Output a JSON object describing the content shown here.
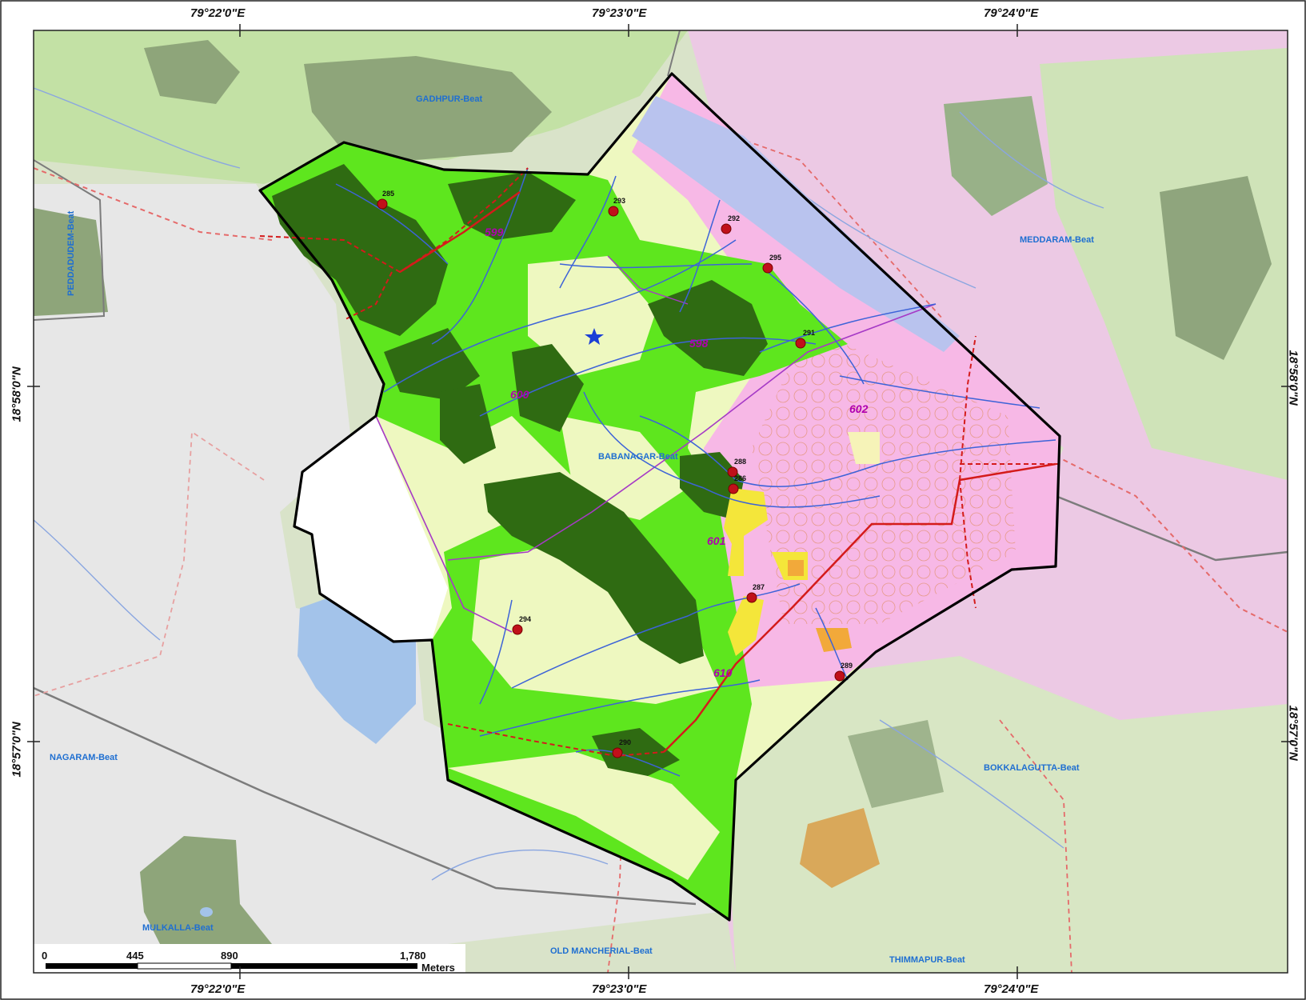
{
  "map": {
    "graticule": {
      "top": [
        "79°22'0\"E",
        "79°23'0\"E",
        "79°24'0\"E"
      ],
      "bottom": [
        "79°22'0\"E",
        "79°23'0\"E",
        "79°24'0\"E"
      ],
      "left": [
        "18°58'0\"N",
        "18°57'0\"N"
      ],
      "right": [
        "18°58'0\"N",
        "18°57'0\"N"
      ]
    },
    "beats": [
      "GADHPUR-Beat",
      "MEDDARAM-Beat",
      "PEDDADUDEM-Beat",
      "BABANAGAR-Beat",
      "NAGARAM-Beat",
      "BOKKALAGUTTA-Beat",
      "MULKALLA-Beat",
      "OLD MANCHERIAL-Beat",
      "THIMMAPUR-Beat"
    ],
    "compartments": [
      "599",
      "598",
      "600",
      "602",
      "601",
      "610"
    ],
    "points": [
      "285",
      "293",
      "292",
      "295",
      "291",
      "288",
      "286",
      "287",
      "294",
      "289",
      "290"
    ],
    "scale_bar": {
      "ticks": [
        "0",
        "445",
        "890",
        "1,780"
      ],
      "unit": "Meters"
    },
    "colors": {
      "dense_forest": "#2f6b12",
      "open_forest": "#5ee61e",
      "scrub": "#eef8c0",
      "pink_zone": "#f7b8e6",
      "lavender": "#b9c3ee",
      "water": "#a3c3ea",
      "yellow": "#f4e63a",
      "orange": "#f2a93a",
      "boundary": "#000000",
      "road": "#d41b1b",
      "stream": "#3d63d8",
      "point": "#c0101a",
      "beat_label": "#1f6fd1",
      "compartment_label": "#b000b0"
    }
  }
}
